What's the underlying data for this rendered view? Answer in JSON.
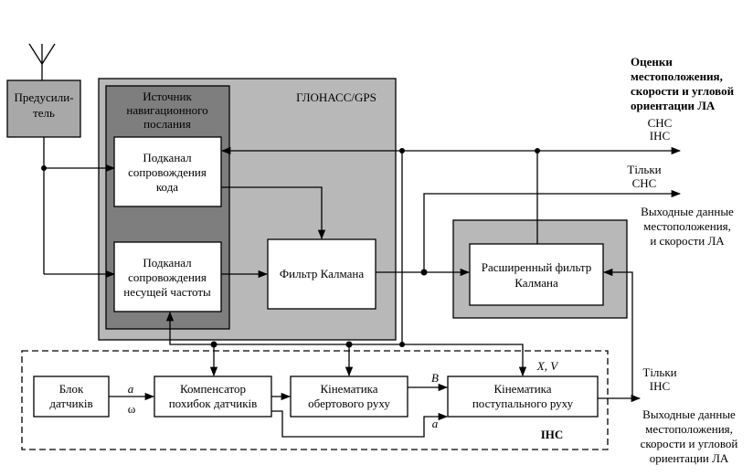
{
  "diagram": {
    "preamp": [
      "Предусили-",
      "тель"
    ],
    "glonass_label": "ГЛОНАСС/GPS",
    "source": [
      "Источник",
      "навигационного",
      "послания"
    ],
    "code_channel": [
      "Подканал",
      "сопровождения",
      "кода"
    ],
    "carrier_channel": [
      "Подканал",
      "сопровождения",
      "несущей частоты"
    ],
    "kalman": "Фильтр Калмана",
    "ekf": [
      "Расширенный фильтр",
      "Калмана"
    ],
    "out_estimates": [
      "Оценки",
      "местоположения,",
      "скорости и угловой",
      "ориентации ЛА"
    ],
    "snc_ins": [
      "СНС",
      "ІНС"
    ],
    "only_snc": [
      "Тільки",
      "СНС"
    ],
    "out_pos_vel": [
      "Выходные данные",
      "местоположения,",
      "и скорости  ЛА"
    ],
    "only_ins": [
      "Тільки",
      "ІНС"
    ],
    "out_full": [
      "Выходные данные",
      "местоположения,",
      "скорости и угловой",
      "ориентации  ЛА"
    ],
    "sensors": [
      "Блок",
      "датчиків"
    ],
    "compensator": [
      "Компенсатор",
      "похибок датчиків"
    ],
    "rot_kin": [
      "Кінематика",
      "обертового руху"
    ],
    "trans_kin": [
      "Кінематика",
      "поступального руху"
    ],
    "ins_label": "ІНС",
    "sym_a": "a",
    "sym_w": "ω",
    "sym_B": "B",
    "sym_XV": "X,  V"
  }
}
